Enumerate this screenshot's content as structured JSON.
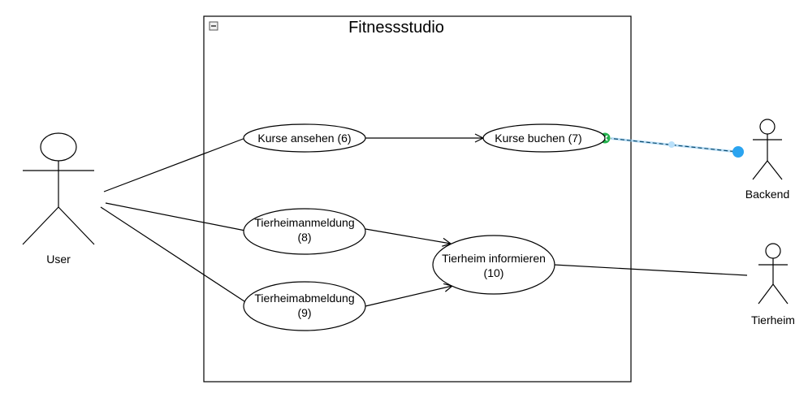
{
  "system": {
    "title": "Fitnessstudio"
  },
  "actors": {
    "user": "User",
    "backend": "Backend",
    "tierheim": "Tierheim"
  },
  "usecases": {
    "kurse_ansehen": [
      "Kurse ansehen (6)"
    ],
    "kurse_buchen": [
      "Kurse buchen (7)"
    ],
    "tierheimanmeldung": [
      "Tierheimanmeldung",
      "(8)"
    ],
    "tierheimabmeldung": [
      "Tierheimabmeldung",
      "(9)"
    ],
    "tierheim_informieren": [
      "Tierheim informieren",
      "(10)"
    ]
  },
  "colors": {
    "selection_handle": "#2ba4f0",
    "connection_ok": "#22b14c",
    "dashed_connector": "#0a4a6e"
  },
  "icons": {
    "collapse": "collapse-minus-icon"
  }
}
